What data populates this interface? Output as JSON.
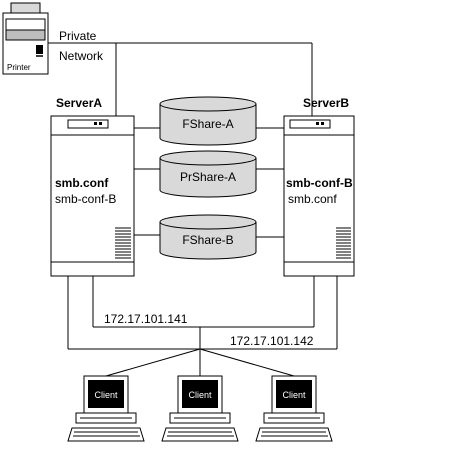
{
  "network": {
    "label_line1": "Private",
    "label_line2": "Network"
  },
  "printer": {
    "label": "Printer"
  },
  "server_a": {
    "name": "ServerA",
    "config_primary": "smb.conf",
    "config_secondary": "smb-conf-B",
    "ip": "172.17.101.141"
  },
  "server_b": {
    "name": "ServerB",
    "config_primary": "smb-conf-B",
    "config_secondary": "smb.conf",
    "ip": "172.17.101.142"
  },
  "shares": [
    {
      "label": "FShare-A"
    },
    {
      "label": "PrShare-A"
    },
    {
      "label": "FShare-B"
    }
  ],
  "clients": [
    {
      "label": "Client"
    },
    {
      "label": "Client"
    },
    {
      "label": "Client"
    }
  ],
  "colors": {
    "disk_fill": "#d9d9d9",
    "server_fill": "#ffffff",
    "screen_fill": "#000000",
    "line": "#000000"
  }
}
